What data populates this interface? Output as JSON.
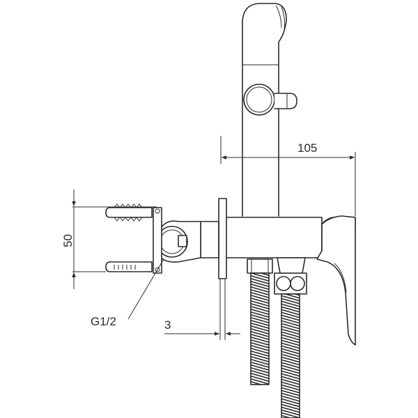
{
  "dimensions": {
    "width": "105",
    "height": "50",
    "thread": "G1/2",
    "plate": "3"
  },
  "colors": {
    "line": "#2a2a2a",
    "background": "#ffffff"
  }
}
